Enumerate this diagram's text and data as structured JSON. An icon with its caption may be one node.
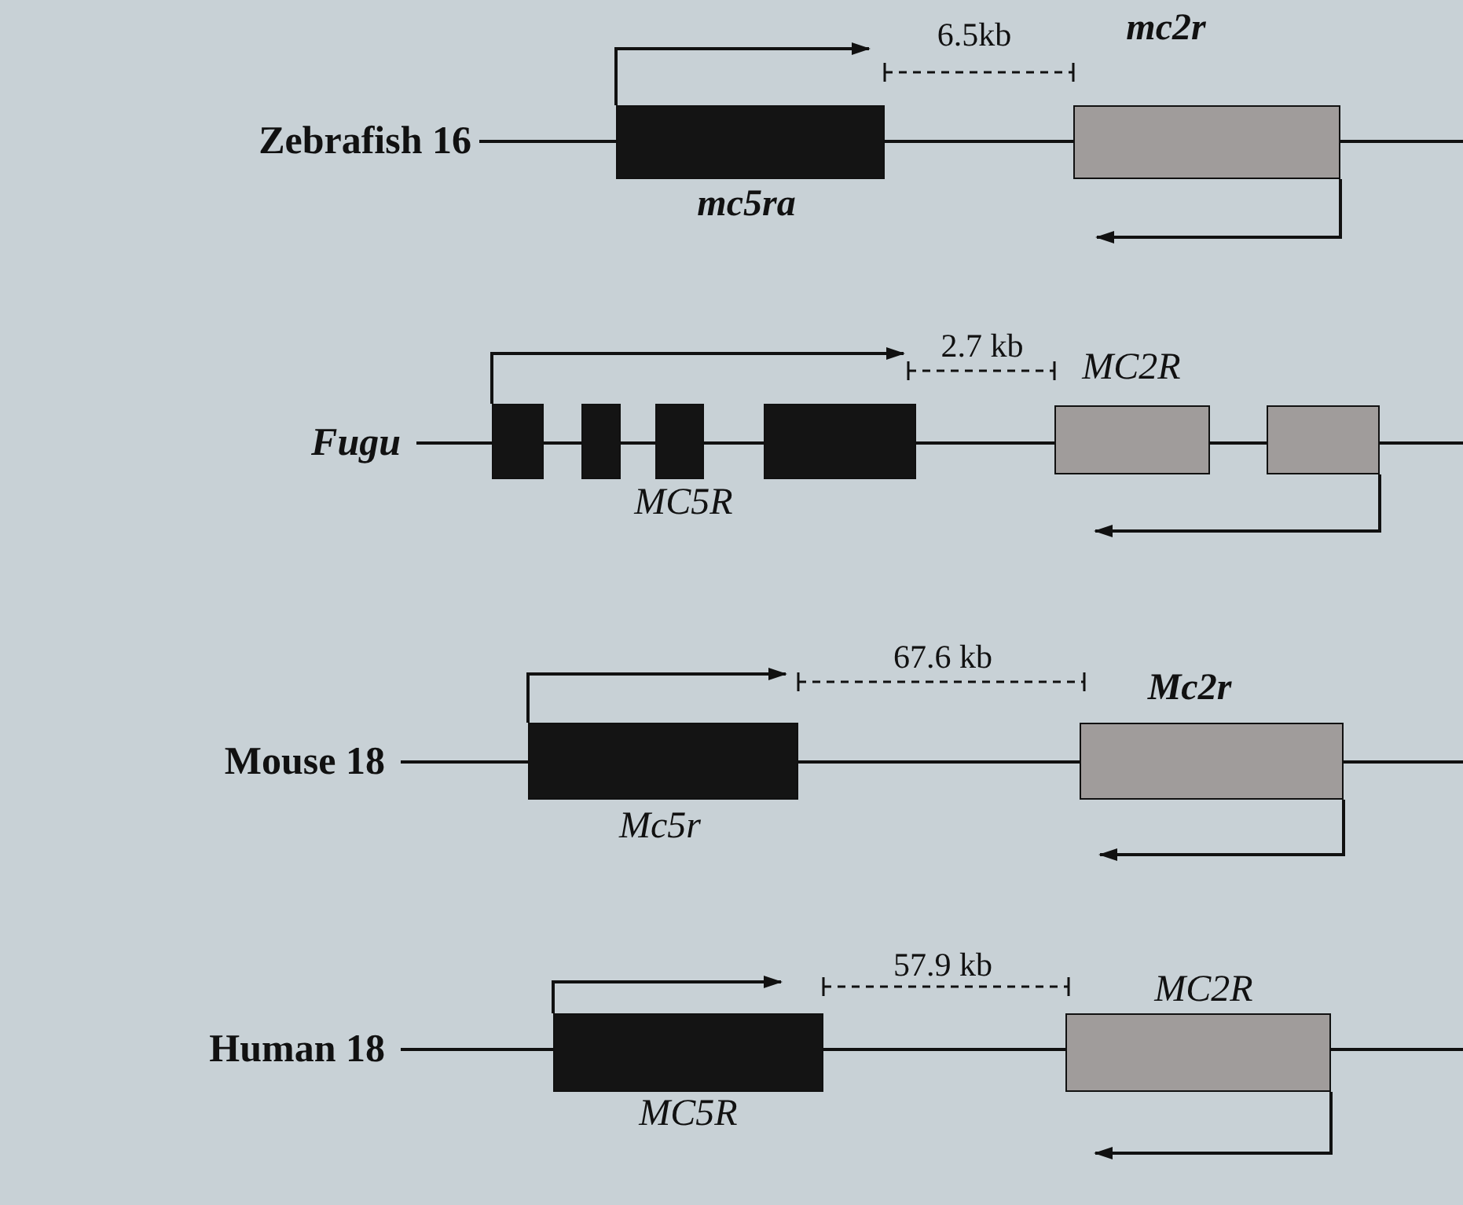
{
  "diagram": {
    "nodes": [
      {
        "text": [
          "mc5ra"
        ]
      },
      {
        "text": [
          "mc2r"
        ]
      },
      {
        "text": [
          "MC5R"
        ]
      },
      {
        "text": [
          "MC2R"
        ]
      },
      {
        "text": [
          "Mc5r"
        ]
      },
      {
        "text": [
          "Mc2r"
        ]
      },
      {
        "text": [
          "MC5R"
        ]
      },
      {
        "text": [
          "MC2R"
        ]
      }
    ],
    "labels": [
      "6.5kb",
      "Zebrafish 16",
      "2.7 kb",
      "Fugu",
      "67.6 kb",
      "Mouse 18",
      "57.9 kb",
      "Human 18"
    ]
  }
}
